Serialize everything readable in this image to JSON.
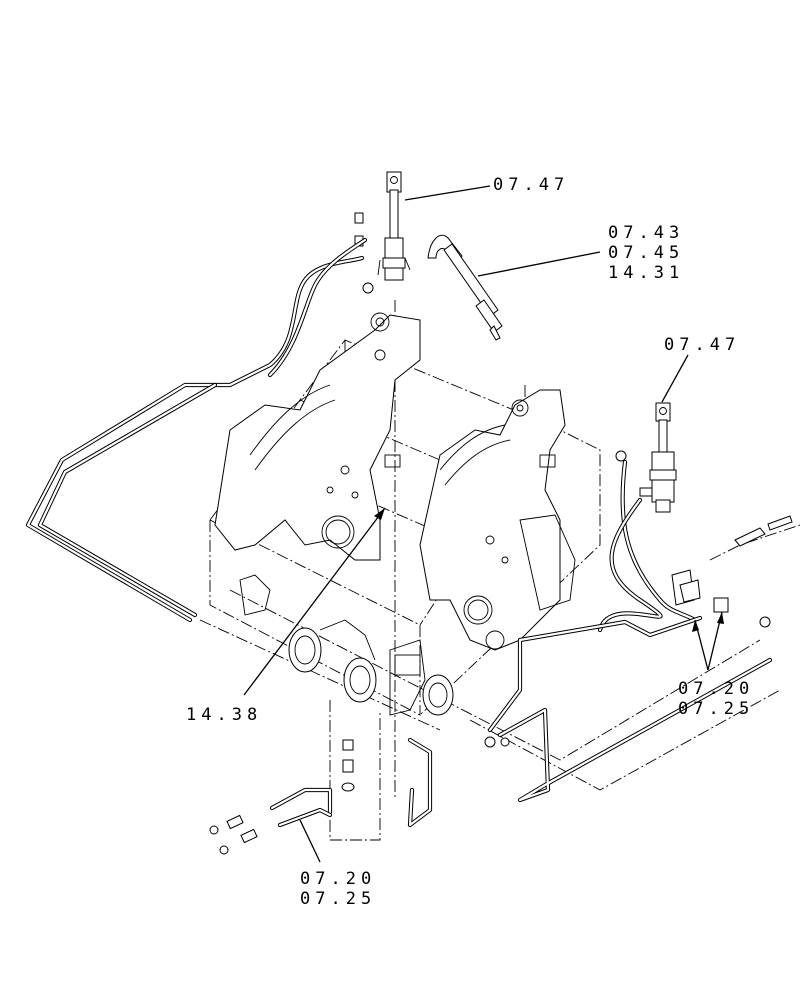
{
  "callouts": {
    "cyl_top": "07.47",
    "valve_a": "07.43",
    "valve_b": "07.45",
    "valve_c": "14.31",
    "cyl_right": "07.47",
    "frame": "14.38",
    "right_a": "07.20",
    "right_b": "07.25",
    "bottom_a": "07.20",
    "bottom_b": "07.25"
  }
}
